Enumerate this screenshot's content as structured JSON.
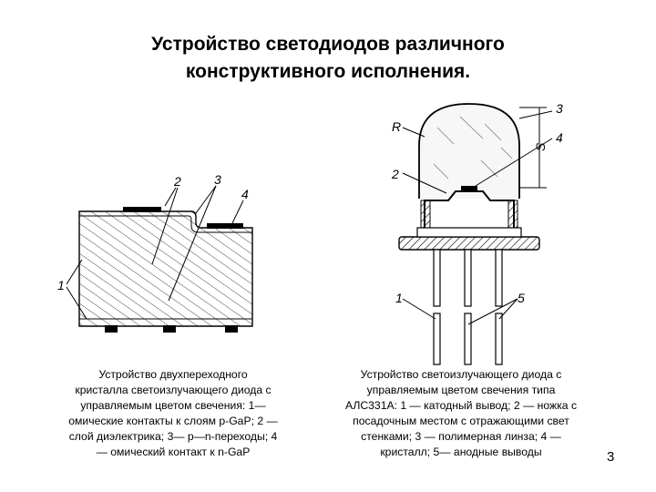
{
  "title": {
    "line1": "Устройство светодиодов различного",
    "line2": "конструктивного исполнения."
  },
  "left_figure": {
    "labels": {
      "contact_top": "2",
      "layer_3": "3",
      "contact_4": "4",
      "contacts_1": "1"
    }
  },
  "right_figure": {
    "labels": {
      "radius": "R",
      "lens": "3",
      "height": "S",
      "crystal": "4",
      "leg": "2",
      "cathode": "1",
      "anodes": "5"
    }
  },
  "left_caption": {
    "lines": [
      "Устройство двухпереходного",
      "кристалла светоизлучающего диода с",
      "управляемым цветом свечения: 1—",
      "омические контакты к слоям p-GaP; 2 —",
      "слой диэлектрика; 3— p—n-переходы; 4",
      "— омический контакт к n-GaP"
    ]
  },
  "right_caption": {
    "lines": [
      "Устройство светоизлучающего диода с",
      "управляемым цветом свечения типа",
      "АЛС331А: 1 — катодный вывод; 2 — ножка с",
      "посадочным местом с отражающими свет",
      "стенками; 3 — полимерная линза; 4 —",
      "кристалл; 5— анодные выводы"
    ]
  },
  "page_number": "3"
}
